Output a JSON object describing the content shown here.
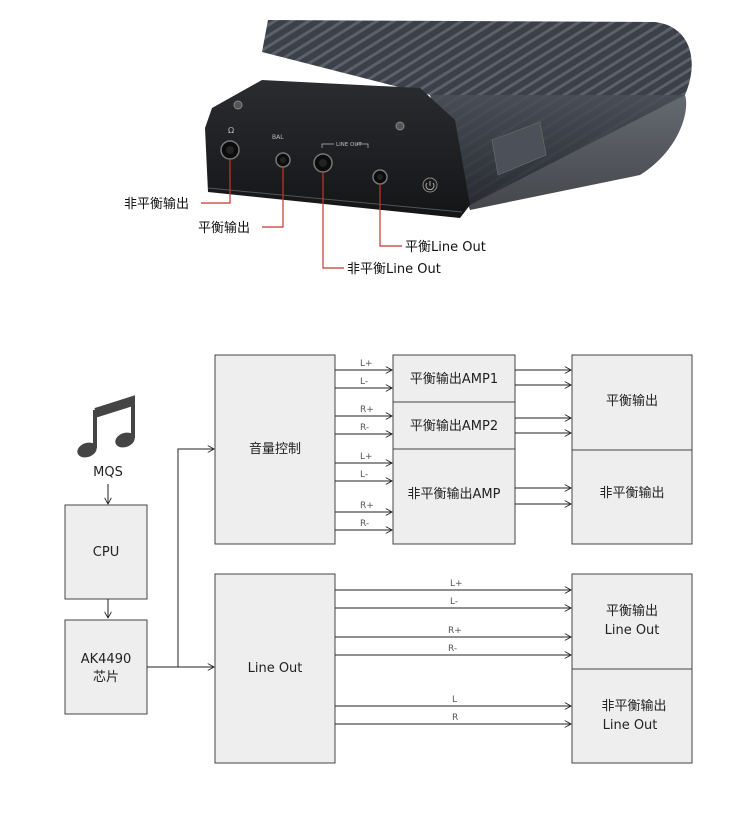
{
  "callouts": {
    "unbal_out": "非平衡输出",
    "bal_out": "平衡输出",
    "bal_line_out": "平衡Line Out",
    "unbal_line_out": "非平衡Line Out"
  },
  "panel_labels": {
    "bal": "BAL",
    "line_out": "LINE OUT"
  },
  "diagram": {
    "mqs": "MQS",
    "cpu": "CPU",
    "ak_line1": "AK4490",
    "ak_line2": "芯片",
    "volume": "音量控制",
    "line_out": "Line Out",
    "amp1": "平衡输出AMP1",
    "amp2": "平衡输出AMP2",
    "amp3": "非平衡输出AMP",
    "out_bal": "平衡输出",
    "out_unbal": "非平衡输出",
    "out_bal_lo_1": "平衡输出",
    "out_bal_lo_2": "Line Out",
    "out_unbal_lo_1": "非平衡输出",
    "out_unbal_lo_2": "Line Out"
  },
  "signals": {
    "lp": "L+",
    "lm": "L-",
    "rp": "R+",
    "rm": "R-",
    "l": "L",
    "r": "R"
  },
  "colors": {
    "callout_line": "#c0392b",
    "device_body": "#2f333a",
    "box_fill": "#eeeeee"
  }
}
